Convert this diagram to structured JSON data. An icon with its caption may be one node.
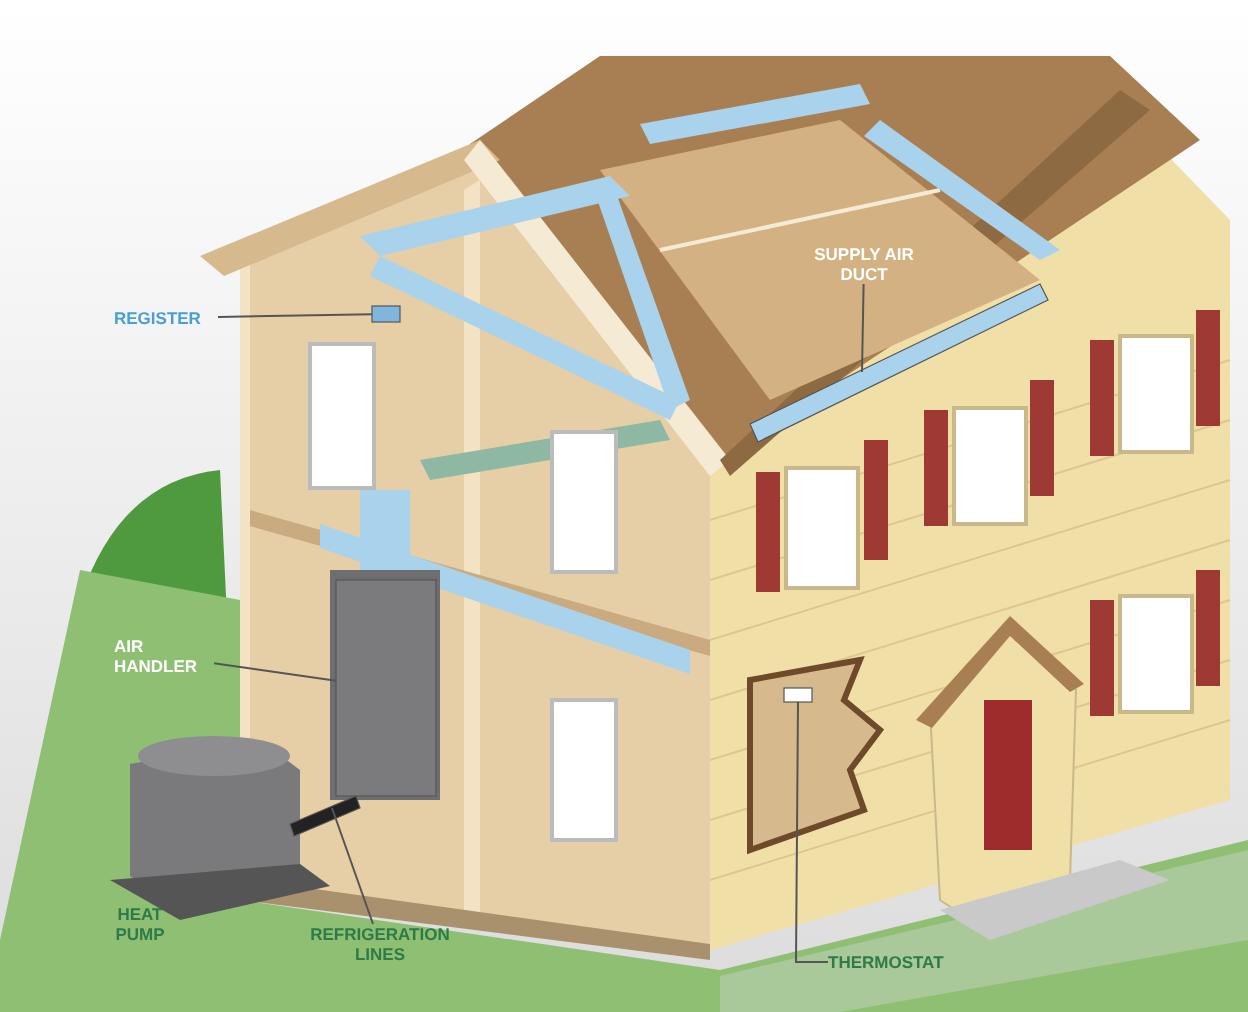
{
  "diagram": {
    "nodes": [
      {
        "text": [
          "REGISTER"
        ]
      },
      {
        "text": [],
        "shape": "box"
      },
      {
        "text": [
          "SUPPLY AIR DUCT"
        ]
      },
      {
        "text": [],
        "shape": "bar"
      },
      {
        "text": [
          "AIR HANDLER"
        ]
      },
      {
        "text": [],
        "shape": "box"
      },
      {
        "text": [
          "REFRIGERATION LINES"
        ]
      },
      {
        "text": [],
        "shape": "bar"
      },
      {
        "text": [
          "THERMOSTAT"
        ]
      },
      {
        "text": [],
        "shape": "box"
      }
    ],
    "edges": [
      {
        "from": 0,
        "to": 1,
        "arrow": "none"
      },
      {
        "from": 2,
        "to": 3,
        "arrow": "none"
      },
      {
        "from": 4,
        "to": 5,
        "arrow": "none"
      },
      {
        "from": 6,
        "to": 7,
        "arrow": "none"
      },
      {
        "from": 8,
        "to": 9,
        "arrow": "none"
      }
    ],
    "labels": [
      "HEAT PUMP"
    ]
  }
}
